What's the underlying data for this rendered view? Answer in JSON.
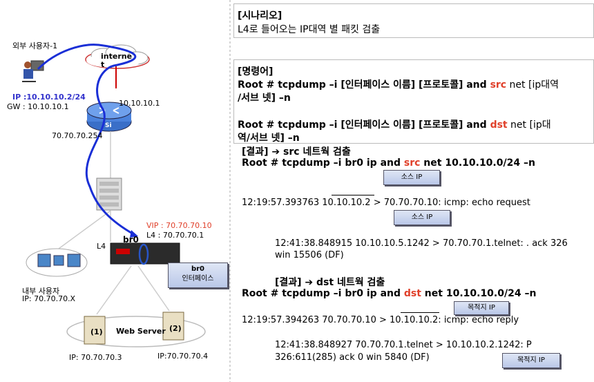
{
  "left": {
    "external_user": "외부 사용자-1",
    "internet": "interne\nt",
    "ip_line": "IP :10.10.10.2/24",
    "gw_line": "GW : 10.10.10.1",
    "router_ip": "10.10.10.1",
    "router_low_ip": "70.70.70.254",
    "router_letter": "Si",
    "vip": "VIP  : 70.70.70.10",
    "l4ip": "L4   : 70.70.70.1",
    "br0": "br0",
    "l4": "L4",
    "br0_callout_title": "br0",
    "br0_callout_sub": "인터페이스",
    "internal_user": "내부 사용자",
    "internal_ip": "IP: 70.70.70.X",
    "web_server": "Web Server",
    "server1": "(1)",
    "server2": "(2)",
    "server1_ip": "IP: 70.70.70.3",
    "server2_ip": "IP:70.70.70.4"
  },
  "scenario": {
    "heading": "[시나리오]",
    "body": "L4로 들어오는 IP대역 별 패킷 검출"
  },
  "command": {
    "heading": "[명령어]",
    "line1_pre": "Root # tcpdump –i [인터페이스 이름] [프로토콜] and ",
    "line1_kw": "src",
    "line1_post": " net [ip대역",
    "line1_cont": "/서브 넷] –n",
    "line2_pre": "Root # tcpdump –i [인터페이스 이름] [프로토콜] and ",
    "line2_kw": "dst",
    "line2_post": " net [ip대",
    "line2_cont": "역/서브 넷] –n"
  },
  "result_src": {
    "heading": "[결과] ➔ src 네트웍 검출",
    "cmd_pre": "Root # tcpdump –i br0 ip and ",
    "cmd_kw": "src",
    "cmd_post": " net 10.10.10.0/24 –n",
    "callout1": "소스 IP",
    "line1_time": "12:19:57.393763  ",
    "line1_ip": "10.10.10.2",
    "line1_rest": " > 70.70.70.10:  icmp: echo request",
    "callout2": "소스 IP",
    "line2_time": "12:41:38.848915 ",
    "line2_ip": "10.10.10.5",
    "line2_rest": ".1242 > 70.70.70.1.telnet: . ack 326",
    "line2_cont": "win 15506 (DF)"
  },
  "result_dst": {
    "heading": "[결과] ➔ dst 네트웍 검출",
    "cmd_pre": "Root # tcpdump –i br0 ip and ",
    "cmd_kw": "dst",
    "cmd_post": " net 10.10.10.0/24 –n",
    "callout1": "목적지 IP",
    "line1_pre": "12:19:57.394263  70.70.70.10 > ",
    "line1_ip": "10.10.10.2:",
    "line1_rest": "  icmp: echo reply",
    "line2_pre": "12:41:38.848927 70.70.70.1.telnet > ",
    "line2_ip": "10.10.10.2",
    "line2_rest": ".1242: P",
    "line2_cont": "326:611(285) ack 0 win 5840 (DF)",
    "callout2": "목적지 IP"
  }
}
